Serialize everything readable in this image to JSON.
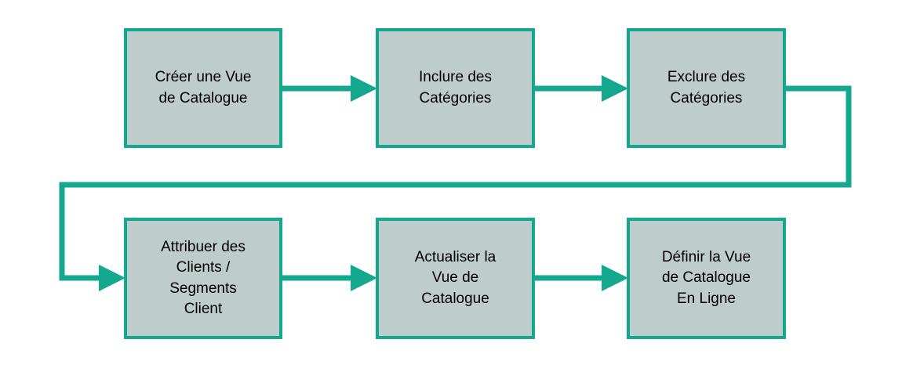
{
  "diagram": {
    "type": "flowchart",
    "orientation": "horizontal-serpentine",
    "colors": {
      "node_fill": "#bfcccc",
      "node_border": "#14a88f",
      "connector": "#14a88f",
      "text": "#000000",
      "background": "#ffffff"
    },
    "nodes": [
      {
        "id": "create-catalog-view",
        "label": "Créer une Vue\nde Catalogue",
        "row": 1,
        "order": 1
      },
      {
        "id": "include-categories",
        "label": "Inclure des\nCatégories",
        "row": 1,
        "order": 2
      },
      {
        "id": "exclude-categories",
        "label": "Exclure des\nCatégories",
        "row": 1,
        "order": 3
      },
      {
        "id": "assign-customers",
        "label": "Attribuer des\nClients /\nSegments\nClient",
        "row": 2,
        "order": 4
      },
      {
        "id": "refresh-catalog-view",
        "label": "Actualiser la\nVue de\nCatalogue",
        "row": 2,
        "order": 5
      },
      {
        "id": "publish-catalog-view",
        "label": "Définir la Vue\nde Catalogue\nEn Ligne",
        "row": 2,
        "order": 6
      }
    ],
    "connectors": [
      {
        "id": "create-to-include",
        "from": "create-catalog-view",
        "to": "include-categories",
        "style": "straight",
        "arrow": true
      },
      {
        "id": "include-to-exclude",
        "from": "include-categories",
        "to": "exclude-categories",
        "style": "straight",
        "arrow": true
      },
      {
        "id": "exclude-to-assign",
        "from": "exclude-categories",
        "to": "assign-customers",
        "style": "elbow-wrap",
        "arrow": true
      },
      {
        "id": "assign-to-refresh",
        "from": "assign-customers",
        "to": "refresh-catalog-view",
        "style": "straight",
        "arrow": true
      },
      {
        "id": "refresh-to-publish",
        "from": "refresh-catalog-view",
        "to": "publish-catalog-view",
        "style": "straight",
        "arrow": true
      }
    ]
  }
}
